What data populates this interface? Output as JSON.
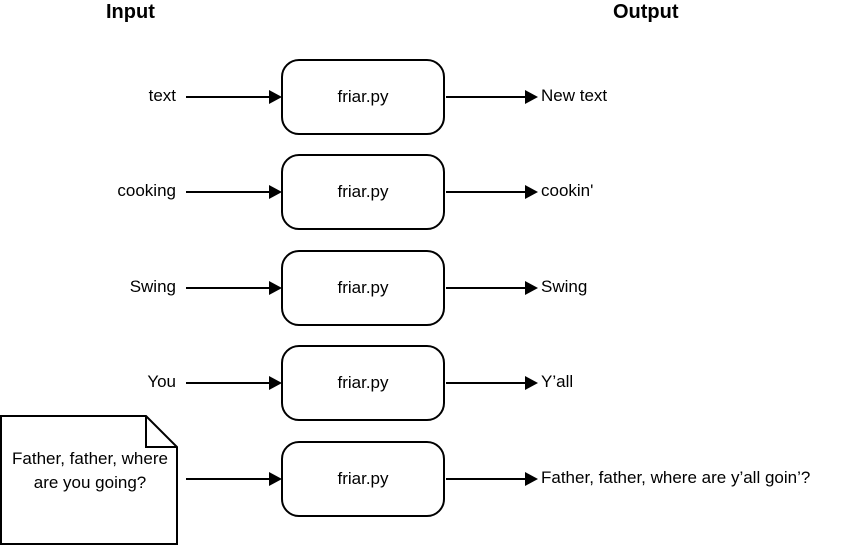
{
  "headers": {
    "input": "Input",
    "output": "Output"
  },
  "rows": [
    {
      "input": "text",
      "process": "friar.py",
      "output": "New text"
    },
    {
      "input": "cooking",
      "process": "friar.py",
      "output": "cookin'"
    },
    {
      "input": "Swing",
      "process": "friar.py",
      "output": "Swing"
    },
    {
      "input": "You",
      "process": "friar.py",
      "output": "Y’all"
    },
    {
      "input": "Father, father, where are you going?",
      "process": "friar.py",
      "output": "Father, father, where are y’all goin’?"
    }
  ],
  "colors": {
    "stroke": "#000000",
    "background": "#ffffff"
  }
}
